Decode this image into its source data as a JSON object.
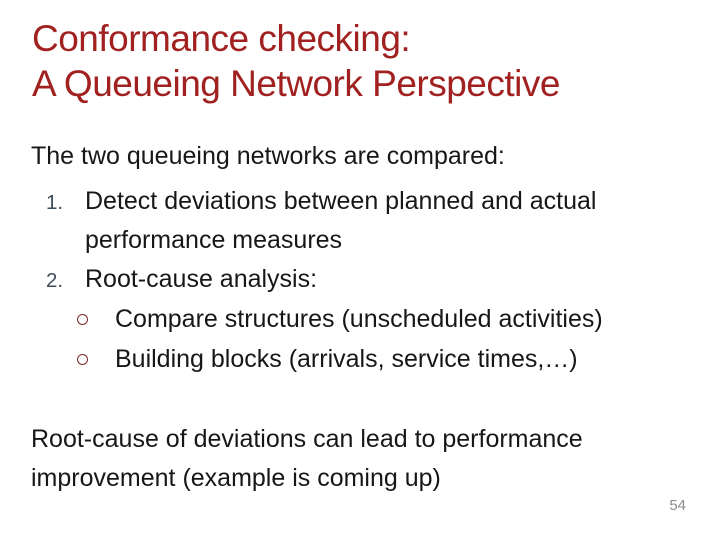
{
  "slide": {
    "title": {
      "line1": "Conformance checking:",
      "line2": "A Queueing Network Perspective"
    },
    "body": {
      "intro": "The two queueing networks are compared:",
      "items": [
        {
          "marker": "1.",
          "text": "Detect deviations between planned and actual performance measures"
        },
        {
          "marker": "2.",
          "text": "Root-cause analysis:",
          "subitems": [
            {
              "marker_icon": "circle-outline-bullet",
              "text": "Compare structures (unscheduled activities)"
            },
            {
              "marker_icon": "circle-outline-bullet",
              "text": "Building blocks (arrivals, service times,…)"
            }
          ]
        }
      ],
      "closing": "Root-cause of deviations can lead to performance improvement (example is coming up)"
    },
    "footer": {
      "page_number": "54"
    }
  },
  "colors": {
    "bg": "#ffffff",
    "title-red": "#a12020",
    "body-text": "#171717",
    "marker-gray": "#3f4d59",
    "bullet-maroon": "#7d2a2a",
    "page-gray": "#8c8c8c"
  }
}
